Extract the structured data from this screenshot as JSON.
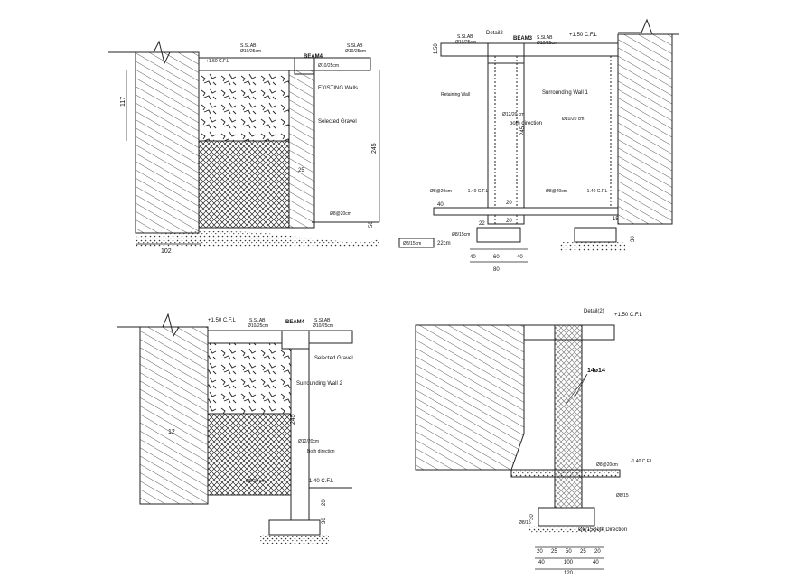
{
  "detail_tl": {
    "slab1": "S.SLAB",
    "slab1_bar": "Ø10/25cm",
    "slab2": "S.SLAB",
    "slab2_bar": "Ø10/25cm",
    "level_top": "+1.50 C.F.L",
    "beam": "BEAM4",
    "beam_bar": "Ø10/25cm",
    "existing_walls": "EXISTING Walls",
    "selected_gravel": "Selected Gravel",
    "dim_left": "117",
    "dim_right": "245",
    "dim_wall": "25",
    "bar_bottom": "Ø8@20cm",
    "dim_bottom_right": "50",
    "dim_bottom": "102"
  },
  "detail_tr": {
    "level_left": "1.50",
    "slab": "S.SLAB",
    "slab_bar": "Ø10/25cm",
    "detail": "Detail2",
    "beam": "BEAM3",
    "level_top": "+1.50 C.F.L",
    "slab2": "S.SLAB",
    "slab2_bar": "Ø10/25cm",
    "retain_wall": "Retaining Wall",
    "surrounding_wall": "Surrounding Wall 1",
    "bar_mid": "Ø12/20 cm",
    "both_direction": "both direction",
    "bar_right": "Ø10/20 cm",
    "dim_height": "245",
    "level_low_left": "-1.40 C.F.L",
    "bar_low_left": "Ø8@20cm",
    "bar_low_right": "Ø8@20cm",
    "level_low_right": "-1.40 C.F.L",
    "dim_40": "40",
    "dim_20a": "20",
    "dim_20b": "20",
    "dim_22": "22",
    "bar_footing": "Ø8/15cm",
    "dim_15": "15",
    "dim_30": "30",
    "legend_text": "Ø8/15cm",
    "legend_value": "22cm",
    "dim_40a": "40",
    "dim_60": "60",
    "dim_40b": "40",
    "dim_80": "80"
  },
  "detail_bl": {
    "level_top": "+1.50 C.F.L",
    "slab": "S.SLAB",
    "slab_bar": "Ø10/25cm",
    "beam": "BEAM4",
    "slab2": "S.SLAB",
    "slab2_bar": "Ø10/25cm",
    "selected_gravel": "Selected Gravel",
    "surrounding_wall": "Surrounding Wall 2",
    "dim_245": "245",
    "dim_left": "12",
    "bar_mid": "Ø12/20cm",
    "both_direction": "Both direction",
    "bar_low": "Ø8/20 cm",
    "level_low": "-1.40 C.F.L",
    "dim_30": "30",
    "dim_20": "20"
  },
  "detail_br": {
    "title": "Detail(2)",
    "level_top": "+1.50 C.F.L",
    "bars": "14ø14",
    "bar_low": "Ø8@20cm",
    "level_low": "-1.40 C.F.L",
    "bar_mark": "Ø8/15",
    "bar_mark2": "Ø8/15",
    "both_direction": "Ø8/15Both Direction",
    "dims_row1": [
      "20",
      "25",
      "50",
      "25",
      "20"
    ],
    "dims_row2": [
      "40",
      "100",
      "40"
    ],
    "dim_total": "120",
    "dim_side": "30"
  }
}
